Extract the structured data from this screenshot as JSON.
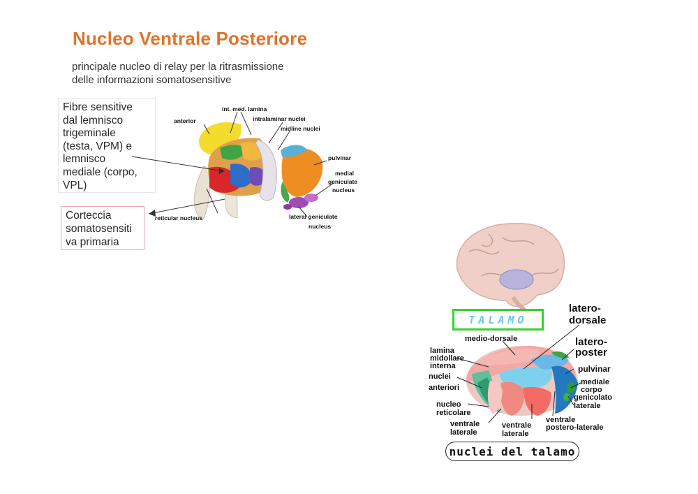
{
  "slide": {
    "title": "Nucleo Ventrale  Posteriore",
    "subtitle": [
      "principale nucleo di  relay per la ritrasmissione",
      "delle informazioni somatosensitive"
    ],
    "box_fibre": [
      "Fibre sensitive",
      "dal lemnisco",
      "trigeminale",
      "(testa, VPM) e",
      "lemnisco",
      "mediale (corpo,",
      "VPL)"
    ],
    "box_corteccia": [
      "Corteccia",
      "somatosensiti",
      "va primaria"
    ]
  },
  "diagram1": {
    "labels": {
      "anterior": "anterior",
      "int_med_lamina": "int. med. lamina",
      "intralaminar": "intralaminar nuclei",
      "midline": "midline nuclei",
      "pulvinar": "pulvinar",
      "medial_gen_1": "medial",
      "medial_gen_2": "geniculate",
      "medial_gen_3": "nucleus",
      "reticular": "reticular nucleus",
      "lateral_gen_1": "lateral geniculate",
      "lateral_gen_2": "nucleus"
    }
  },
  "diagram2": {
    "talamo_label": "TALAMO",
    "footer_title": "nuclei del talamo",
    "labels": {
      "latero_dorsale_1": "latero-",
      "latero_dorsale_2": "dorsale",
      "medio_dorsale": "medio-dorsale",
      "latero_poster_1": "latero-",
      "latero_poster_2": "poster",
      "lamina_1": "lamina",
      "lamina_2": "midollare",
      "lamina_3": "interna",
      "pulvinar": "pulvinar",
      "nuclei_1": "nuclei",
      "nuclei_2": "anteriori",
      "mediale_1": "mediale",
      "mediale_2": "corpo",
      "mediale_3": "genicolato",
      "laterale": "laterale",
      "reticolare_1": "nucleo",
      "reticolare_2": "reticolare",
      "ventrale_lat_a_1": "ventrale",
      "ventrale_lat_a_2": "laterale",
      "ventrale_lat_b_1": "ventrale",
      "ventrale_lat_b_2": "laterale",
      "ventrale_pl_1": "ventrale",
      "ventrale_pl_2": "postero-laterale"
    }
  },
  "colors": {
    "title": "#e0732a",
    "talamo_border": "#36d12f",
    "talamo_text": "#6ec6e6"
  }
}
